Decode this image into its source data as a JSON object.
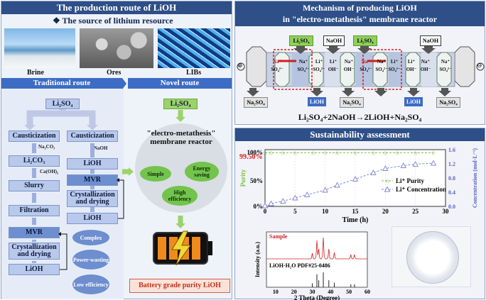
{
  "left": {
    "title": "The production route of LiOH",
    "source_heading": "❖  The source of lithium resource",
    "sources": [
      "Brine",
      "Ores",
      "LIBs"
    ],
    "traditional_route": "Traditional route",
    "novel_route": "Novel  route",
    "li2so4": "Li₂SO₄",
    "col1": [
      "Causticization",
      "Li₂CO₃",
      "Slurry",
      "Filtration",
      "MVR",
      "Crystallization and drying",
      "LiOH"
    ],
    "col1_reagents": [
      "Na₂CO₃",
      "Ca(OH)₂"
    ],
    "col2": [
      "Causticization",
      "LiOH",
      "MVR",
      "Crystallization and drying",
      "LiOH"
    ],
    "col2_reagents": [
      "NaOH"
    ],
    "drawbacks": [
      "Complex",
      "Power-wasting",
      "Low efficiency"
    ],
    "reactor_title": "\"electro-metathesis\" membrane reactor",
    "advantages": [
      "Simple",
      "Energy saving",
      "High efficiency"
    ],
    "battery_label": "Battery grade purity LiOH"
  },
  "mechanism": {
    "title_line1": "Mechanism of producing LiOH",
    "title_line2": "in \"electro-metathesis\" membrane reactor",
    "inputs": [
      "Li₂SO₄",
      "NaOH",
      "Li₂SO₄",
      "NaOH"
    ],
    "outputs": [
      "Na₂SO₄",
      "LiOH",
      "Na₂SO₄",
      "LiOH",
      "Na₂SO₄"
    ],
    "ions": [
      [
        "Na⁺",
        "SO₄²⁻"
      ],
      [
        "Na⁺",
        "SO₄²⁻"
      ],
      [
        "Li⁺",
        "SO₄²⁻"
      ],
      [
        "Li⁺",
        "OH⁻"
      ],
      [
        "Na⁺",
        "OH⁻"
      ],
      [
        "Na⁺",
        "SO₄²⁻"
      ],
      [
        "Na⁺",
        "SO₄²⁻"
      ],
      [
        "Li⁺",
        "SO₄²⁻"
      ],
      [
        "Li⁺",
        "OH⁻"
      ],
      [
        "Na⁺",
        "OH⁻"
      ],
      [
        "Na⁺",
        "SO₄²⁻"
      ]
    ],
    "electrode_plus": "⊕",
    "electrode_minus": "⊖",
    "equation": "Li₂SO₄+2NaOH→2LiOH+Na₂SO₄"
  },
  "sustainability": {
    "title": "Sustainability assessment",
    "purity_callout": "99.50%"
  },
  "chart_data": [
    {
      "type": "line",
      "xlabel": "Time (h)",
      "ylabel_left": "Purity",
      "ylabel_right": "Concentration (mol·L⁻¹)",
      "xlim": [
        0,
        30
      ],
      "xticks": [
        "0",
        "5",
        "10",
        "15",
        "20",
        "25",
        "30"
      ],
      "yticks_left": [
        "0%",
        "50%",
        "100%"
      ],
      "yticks_right": [
        "0.0",
        "0.4",
        "0.8",
        "1.2",
        "1.6"
      ],
      "ylim_right": [
        0,
        1.6
      ],
      "series": [
        {
          "name": "Li⁺ Purity",
          "axis": "left",
          "color": "#7ac143",
          "x": [
            0,
            1,
            3,
            5,
            8,
            10,
            12,
            15,
            18,
            20,
            22,
            25,
            28
          ],
          "y": [
            99.5,
            99.5,
            99.5,
            99.5,
            99.5,
            99.5,
            99.5,
            99.5,
            99.5,
            99.5,
            99.5,
            99.5,
            99.5
          ]
        },
        {
          "name": "Li⁺ Concentration",
          "axis": "right",
          "color": "#7f86d4",
          "x": [
            0,
            1,
            3,
            5,
            7,
            10,
            12,
            15,
            18,
            20,
            23,
            25,
            28
          ],
          "y": [
            0.02,
            0.08,
            0.15,
            0.24,
            0.33,
            0.46,
            0.6,
            0.77,
            0.95,
            1.07,
            1.15,
            1.19,
            1.22
          ]
        }
      ],
      "legend": "center-right"
    },
    {
      "type": "line",
      "xlabel": "2 Theta (Degree)",
      "ylabel": "Intensity (a.u.)",
      "xticks": [
        "10",
        "20",
        "30",
        "40",
        "50",
        "60"
      ],
      "series_labels": [
        "Sample",
        "LiOH·H₂O PDF#25-0486"
      ]
    }
  ]
}
